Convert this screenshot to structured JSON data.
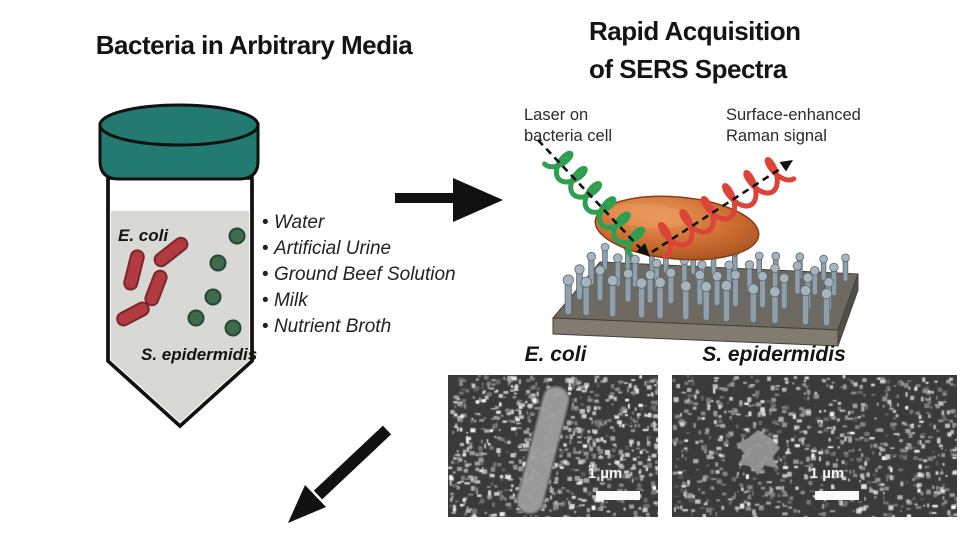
{
  "left_panel": {
    "title": "Bacteria in Arbitrary Media",
    "tube": {
      "top_label": "E. coli",
      "bottom_label": "S. epidermidis"
    },
    "media_list": [
      "Water",
      "Artificial Urine",
      "Ground Beef Solution",
      "Milk",
      "Nutrient Broth"
    ]
  },
  "right_panel": {
    "title_lines": [
      "Rapid Acquisition",
      "of SERS Spectra"
    ],
    "laser_label_lines": [
      "Laser on",
      "bacteria cell"
    ],
    "raman_label_lines": [
      "Surface-enhanced",
      "Raman signal"
    ]
  },
  "sem_panel": {
    "left": {
      "label": "E. coli",
      "scale_label": "1 µm"
    },
    "right": {
      "label": "S. epidermidis",
      "scale_label": "1 µm"
    }
  },
  "colors": {
    "cap_teal": "#227a70",
    "tube_liquid": "#d8d8d5",
    "rod_red": "#b23b3f",
    "rod_red_edge": "#7c262b",
    "coccus_green": "#3e6b4e",
    "coccus_green_edge": "#27462f",
    "laser_green": "#2f9e50",
    "raman_red": "#dc4438",
    "bacterium_orange": "#c8682f",
    "pillar_gray": "#8fa0ab",
    "pillar_cap_gray": "#a6b4bd",
    "pillar_edge": "#5a6871",
    "platform_top": "#6e6a61",
    "platform_front": "#827b6f",
    "platform_side": "#534f48",
    "arrow_black": "#111111",
    "sem_bg": "#3a3a3a"
  }
}
